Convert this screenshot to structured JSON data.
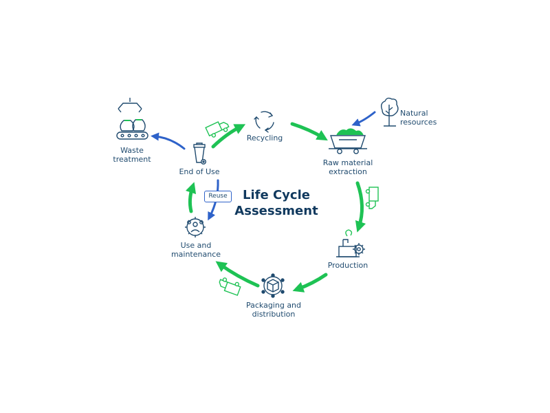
{
  "title": [
    "Life Cycle",
    "Assessment"
  ],
  "stages": {
    "recycling": {
      "label": [
        "Recycling"
      ],
      "icon": "recycle-icon"
    },
    "raw_material": {
      "label": [
        "Raw material",
        "extraction"
      ],
      "icon": "mine-cart-icon"
    },
    "production": {
      "label": [
        "Production"
      ],
      "icon": "factory-gear-icon"
    },
    "packaging": {
      "label": [
        "Packaging and",
        "distribution"
      ],
      "icon": "package-network-icon"
    },
    "use": {
      "label": [
        "Use and",
        "maintenance"
      ],
      "icon": "people-gear-icon"
    },
    "end_of_use": {
      "label": [
        "End of Use"
      ],
      "icon": "trash-bin-icon"
    },
    "waste": {
      "label": [
        "Waste",
        "treatment"
      ],
      "icon": "waste-bags-icon"
    },
    "natural": {
      "label": [
        "Natural",
        "resources"
      ],
      "icon": "tree-icon"
    }
  },
  "reuse_label": "Reuse",
  "colors": {
    "cycle_arrow": "#1ec254",
    "side_arrow": "#2e62c9",
    "icon": "#1f4a6e",
    "truck": "#1ec254",
    "text": "#1f4a6e",
    "title": "#10395e"
  }
}
